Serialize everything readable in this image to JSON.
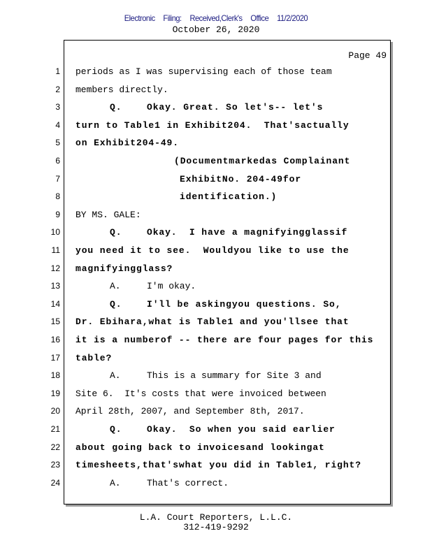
{
  "header": {
    "filing": "Electronic Filing: Received,Clerk's Office 11/2/2020",
    "date": "October 26, 2020"
  },
  "page_label": "Page 49",
  "lines": [
    {
      "n": "1",
      "label": "",
      "text": "periods as I was supervising each of those team",
      "bold": false,
      "indent": 0
    },
    {
      "n": "2",
      "label": "",
      "text": "members directly.",
      "bold": false,
      "indent": 0
    },
    {
      "n": "3",
      "label": "Q.",
      "text": "Okay. Great. So let's-- let's",
      "bold": true,
      "indent": 0
    },
    {
      "n": "4",
      "label": "",
      "text": "turn to Table1 in Exhibit204.  That'sactually",
      "bold": true,
      "indent": 0
    },
    {
      "n": "5",
      "label": "",
      "text": "on Exhibit204-49.",
      "bold": true,
      "indent": 0
    },
    {
      "n": "6",
      "label": "",
      "text": "(Documentmarkedas Complainant",
      "bold": true,
      "indent": 141
    },
    {
      "n": "7",
      "label": "",
      "text": "ExhibitNo. 204-49for",
      "bold": true,
      "indent": 149
    },
    {
      "n": "8",
      "label": "",
      "text": "identification.)",
      "bold": true,
      "indent": 149
    },
    {
      "n": "9",
      "label": "",
      "text": "BY MS. GALE:",
      "bold": false,
      "indent": 0
    },
    {
      "n": "10",
      "label": "Q.",
      "text": "Okay.  I have a magnifyingglassif",
      "bold": true,
      "indent": 0
    },
    {
      "n": "11",
      "label": "",
      "text": "you need it to see.  Wouldyou like to use the",
      "bold": true,
      "indent": 0
    },
    {
      "n": "12",
      "label": "",
      "text": "magnifyingglass?",
      "bold": true,
      "indent": 0
    },
    {
      "n": "13",
      "label": "A.",
      "text": "I'm okay.",
      "bold": false,
      "indent": 0
    },
    {
      "n": "14",
      "label": "Q.",
      "text": "I'll be askingyou questions. So,",
      "bold": true,
      "indent": 0
    },
    {
      "n": "15",
      "label": "",
      "text": "Dr. Ebihara,what is Table1 and you'llsee that",
      "bold": true,
      "indent": 0
    },
    {
      "n": "16",
      "label": "",
      "text": "it is a numberof -- there are four pages for this",
      "bold": true,
      "indent": 0
    },
    {
      "n": "17",
      "label": "",
      "text": "table?",
      "bold": true,
      "indent": 0
    },
    {
      "n": "18",
      "label": "A.",
      "text": "This is a summary for Site 3 and",
      "bold": false,
      "indent": 0
    },
    {
      "n": "19",
      "label": "",
      "text": "Site 6.  It's costs that were invoiced between",
      "bold": false,
      "indent": 0
    },
    {
      "n": "20",
      "label": "",
      "text": "April 28th, 2007, and September 8th, 2017.",
      "bold": false,
      "indent": 0
    },
    {
      "n": "21",
      "label": "Q.",
      "text": "Okay.  So when you said earlier",
      "bold": true,
      "indent": 0
    },
    {
      "n": "22",
      "label": "",
      "text": "about going back to invoicesand lookingat",
      "bold": true,
      "indent": 0
    },
    {
      "n": "23",
      "label": "",
      "text": "timesheets,that'swhat you did in Table1, right?",
      "bold": true,
      "indent": 0
    },
    {
      "n": "24",
      "label": "A.",
      "text": "That's correct.",
      "bold": false,
      "indent": 0
    }
  ],
  "footer": {
    "company": "L.A. Court Reporters, L.L.C.",
    "phone": "312-419-9292"
  }
}
